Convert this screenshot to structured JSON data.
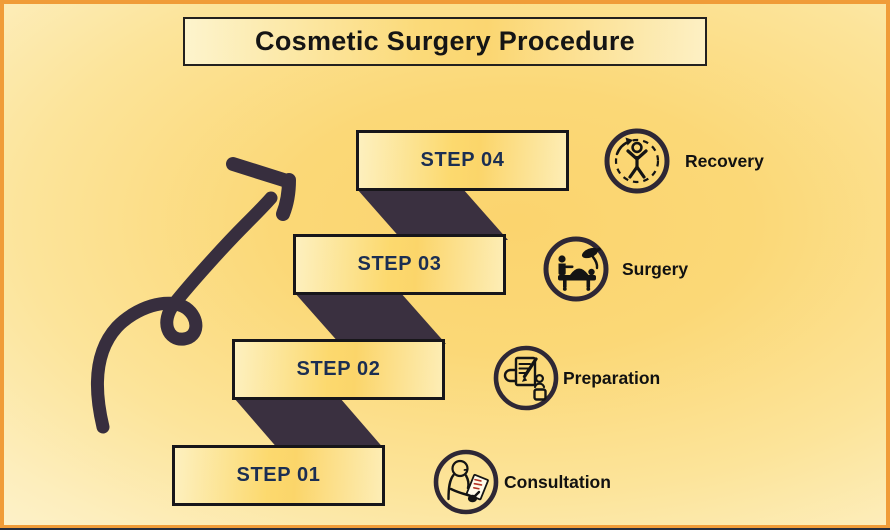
{
  "title": "Cosmetic Surgery Procedure",
  "steps": [
    {
      "box_label": "STEP 01",
      "name": "Consultation",
      "icon": "consultation-icon"
    },
    {
      "box_label": "STEP 02",
      "name": "Preparation",
      "icon": "preparation-icon"
    },
    {
      "box_label": "STEP 03",
      "name": "Surgery",
      "icon": "surgery-icon"
    },
    {
      "box_label": "STEP 04",
      "name": "Recovery",
      "icon": "recovery-icon"
    }
  ],
  "colors": {
    "frame_orange": "#f09c38",
    "background_gold": "#fbd877",
    "background_cream": "#fdf5d6",
    "box_fill_gold": "#fcd96e",
    "box_border_black": "#17161a",
    "step_text_navy": "#1b2e52",
    "ribbon_dark": "#3a3040",
    "arrow_dark": "#372e3e",
    "label_black": "#111111",
    "clipboard_marks_red": "#b43325",
    "bottom_edge_navy": "#232c3c"
  }
}
